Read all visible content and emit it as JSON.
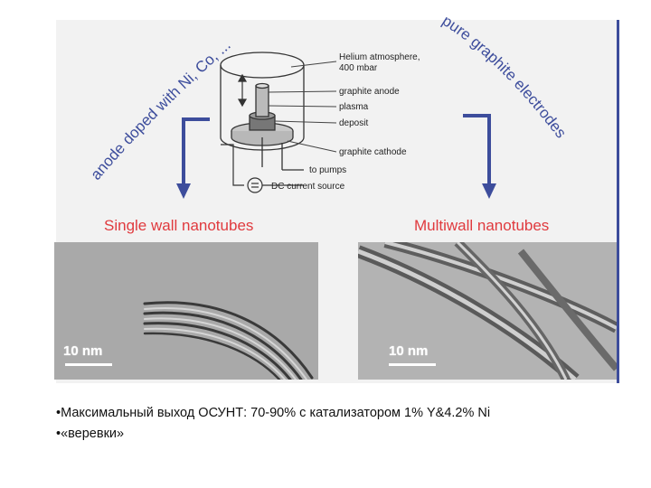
{
  "diagram": {
    "left_curved_label": "anode doped with Ni, Co, ...",
    "right_curved_label": "pure graphite electrodes",
    "apparatus_labels": {
      "atmosphere_line1": "Helium atmosphere,",
      "atmosphere_line2": "400 mbar",
      "anode": "graphite anode",
      "plasma": "plasma",
      "deposit": "deposit",
      "cathode": "graphite cathode",
      "pumps": "to pumps",
      "source": "DC current source"
    },
    "accent_color": "#3d4d9c",
    "heading_color": "#e03a3e"
  },
  "results": {
    "left_heading": "Single wall nanotubes",
    "right_heading": "Multiwall nanotubes",
    "left_scale": "10 nm",
    "right_scale": "10 nm"
  },
  "notes": [
    "•Максимальный выход ОСУНТ: 70-90% с катализатором 1% Y&4.2% Ni",
    "•«веревки»"
  ]
}
